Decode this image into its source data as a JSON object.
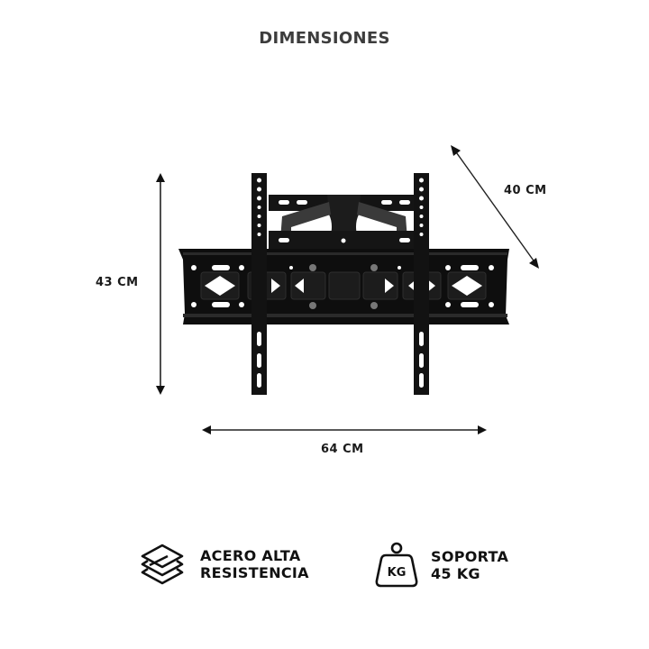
{
  "title": "DIMENSIONES",
  "dimensions": {
    "height": "43 CM",
    "width": "64 CM",
    "depth": "40 CM"
  },
  "product": {
    "image": "tv-wall-mount-bracket",
    "color": "#111111"
  },
  "features": [
    {
      "icon": "layers-icon",
      "line1": "ACERO ALTA",
      "line2": "RESISTENCIA"
    },
    {
      "icon": "weight-kg-icon",
      "icon_text": "KG",
      "line1": "SOPORTA",
      "line2": "45 KG"
    }
  ]
}
